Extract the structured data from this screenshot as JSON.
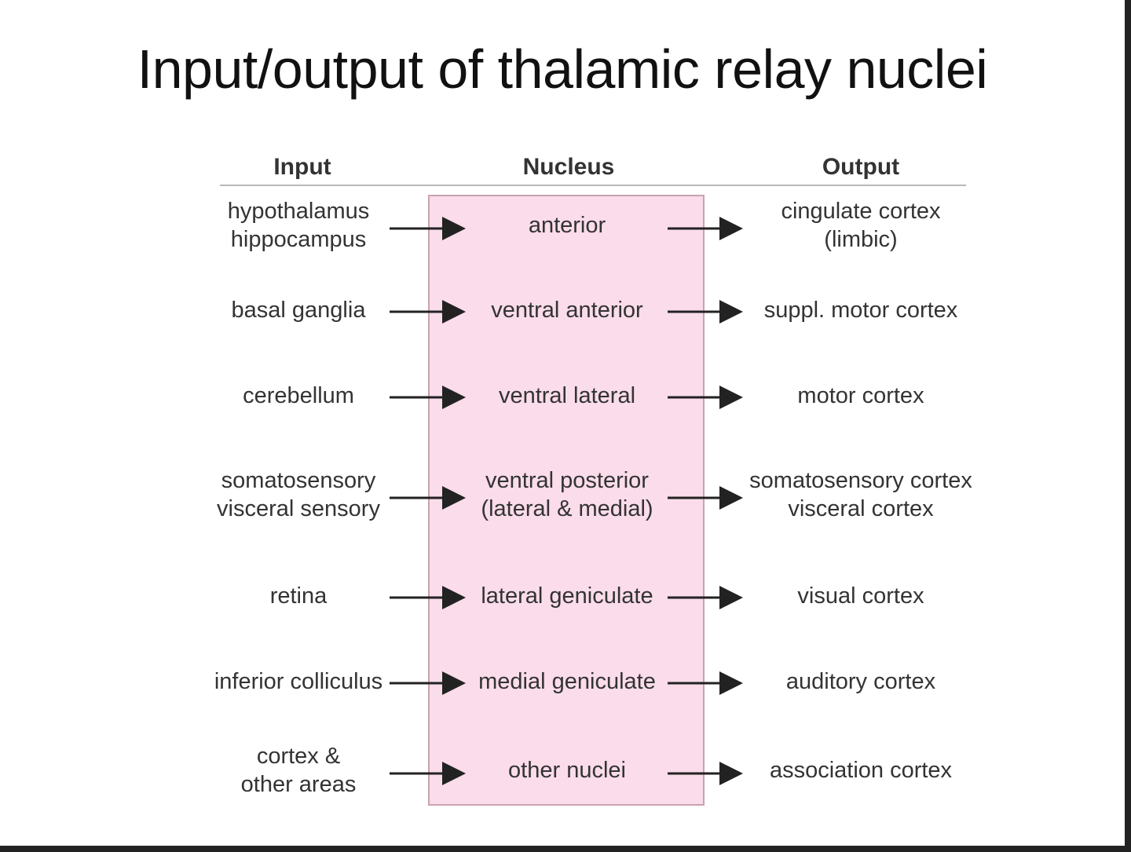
{
  "title": "Input/output of thalamic relay nuclei",
  "headers": {
    "input": "Input",
    "nucleus": "Nucleus",
    "output": "Output"
  },
  "rows": [
    {
      "input": [
        "hypothalamus",
        "hippocampus"
      ],
      "nucleus": [
        "anterior"
      ],
      "output": [
        "cingulate cortex",
        "(limbic)"
      ]
    },
    {
      "input": [
        "basal ganglia"
      ],
      "nucleus": [
        "ventral anterior"
      ],
      "output": [
        "suppl. motor cortex"
      ]
    },
    {
      "input": [
        "cerebellum"
      ],
      "nucleus": [
        "ventral lateral"
      ],
      "output": [
        "motor cortex"
      ]
    },
    {
      "input": [
        "somatosensory",
        "visceral sensory"
      ],
      "nucleus": [
        "ventral posterior",
        "(lateral & medial)"
      ],
      "output": [
        "somatosensory cortex",
        "visceral cortex"
      ]
    },
    {
      "input": [
        "retina"
      ],
      "nucleus": [
        "lateral geniculate"
      ],
      "output": [
        "visual cortex"
      ]
    },
    {
      "input": [
        "inferior colliculus"
      ],
      "nucleus": [
        "medial geniculate"
      ],
      "output": [
        "auditory cortex"
      ]
    },
    {
      "input": [
        "cortex &",
        "other areas"
      ],
      "nucleus": [
        "other nuclei"
      ],
      "output": [
        "association cortex"
      ]
    }
  ],
  "colors": {
    "nucleus_fill": "#fbdcea",
    "nucleus_border": "#c8a2b2",
    "arrow": "#222222",
    "text": "#333333"
  }
}
